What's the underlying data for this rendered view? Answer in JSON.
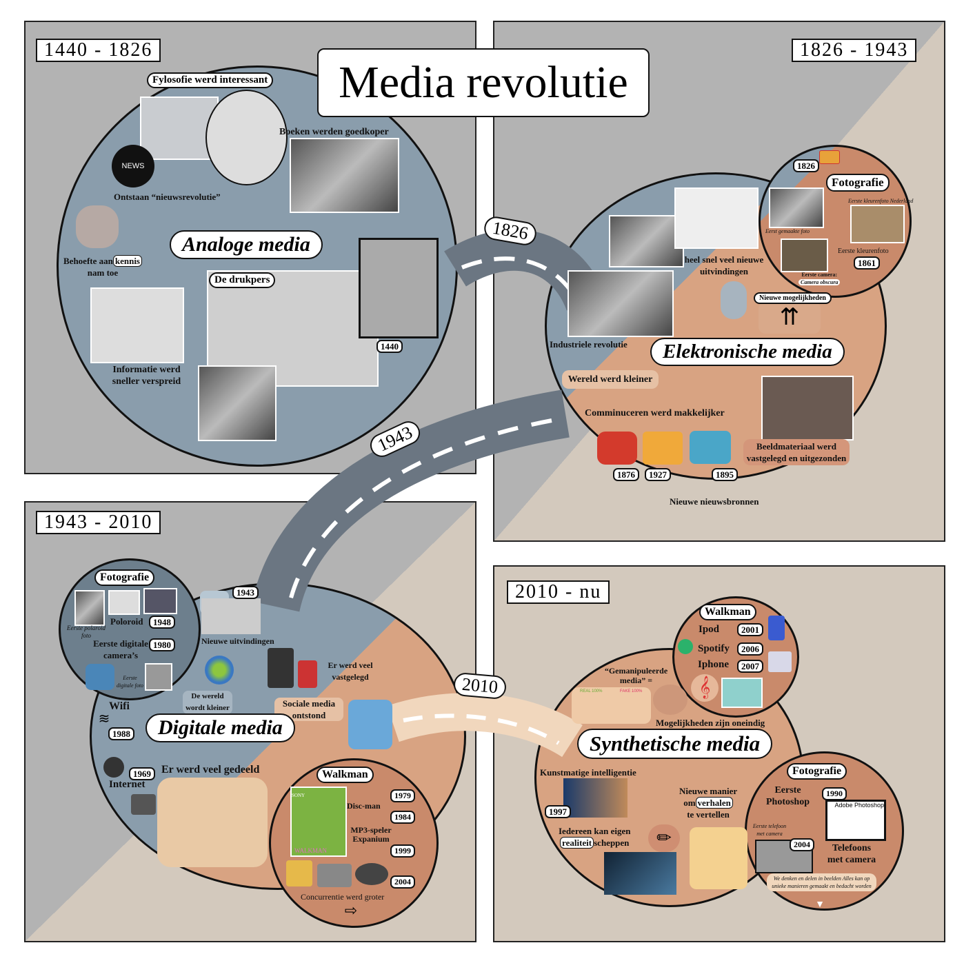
{
  "title": "Media revolutie",
  "colors": {
    "gray": "#b3b3b3",
    "beige": "#d3c9bd",
    "blue": "#8a9dac",
    "peach": "#d8a382",
    "terracotta": "#c98a6b",
    "road": "#6b7682",
    "road_light": "#f1d7bd"
  },
  "roads": {
    "r1": "1826",
    "r2": "1943",
    "r3": "2010"
  },
  "q1": {
    "period": "1440 - 1826",
    "main": "Analoge media",
    "filosofie": "Fylosofie werd interessant",
    "boeken": "Boeken werden goedkoper",
    "news_icon": "NEWS",
    "nieuws": "Ontstaan “nieuwsrevolutie”",
    "behoefte": "Behoefte aan",
    "kennis": "kennis",
    "nam_toe": "nam toe",
    "drukpers": "De drukpers",
    "year": "1440",
    "informatie": "Informatie werd sneller verspreid"
  },
  "q2": {
    "period": "1826 - 1943",
    "main": "Elektronische media",
    "foto": "Fotografie",
    "y1826": "1826",
    "eerste_foto": "Eerst gemaakte foto",
    "kleur_nl": "Eerste kleurenfoto Nederland",
    "camera": "Eerste camera:",
    "obscura": "Camera obscura",
    "kleurenfoto": "Eerste kleurenfoto",
    "y1861": "1861",
    "uitvindingen": "heel snel veel nieuwe uitvindingen",
    "mogelijk": "Nieuwe mogelijkheden",
    "industrie": "Industriele revolutie",
    "kleiner": "Wereld werd kleiner",
    "communiceren": "Comminuceren werd makkelijker",
    "beeld": "Beeldmateriaal werd vastgelegd en uitgezonden",
    "y1876": "1876",
    "y1927": "1927",
    "y1895": "1895",
    "bronnen": "Nieuwe nieuwsbronnen"
  },
  "q3": {
    "period": "1943 - 2010",
    "main": "Digitale media",
    "foto": "Fotografie",
    "polaroid_foto": "Eerste polaroid foto",
    "poloroid": "Poloroid",
    "y1948": "1948",
    "digitale": "Eerste digitale camera’s",
    "y1980": "1980",
    "digitale_foto": "Eerste digitale foto",
    "y1943": "1943",
    "uitvindingen": "Nieuwe uitvindingen",
    "wereld": "De wereld wordt kleiner",
    "vastgelegd": "Er werd veel vastgelegd",
    "sociale": "Sociale media ontstond",
    "wifi": "Wifi",
    "y1988": "1988",
    "y1969": "1969",
    "internet": "Internet",
    "gedeeld": "Er werd veel gedeeld",
    "walkman": "Walkman",
    "y1979": "1979",
    "discman": "Disc-man",
    "y1984": "1984",
    "mp3": "MP3-speler Expanium",
    "y1999": "1999",
    "y2004": "2004",
    "concurrentie": "Concurrentie werd groter",
    "sony": "SONY",
    "walkman_logo": "WALKMAN"
  },
  "q4": {
    "period": "2010 - nu",
    "main": "Synthetische media",
    "walkman": "Walkman",
    "ipod": "Ipod",
    "y2001": "2001",
    "spotify": "Spotify",
    "y2006": "2006",
    "iphone": "Iphone",
    "y2007": "2007",
    "gemanipuleerd": "“Gemanipuleerde media” =",
    "real": "REAL 100%",
    "fake": "FAKE 100%",
    "oneindig": "Mogelijkheden zijn oneindig",
    "ki": "Kunstmatige intelligentie",
    "y1997": "1997",
    "iedereen": "Iedereen kan eigen",
    "realiteit": "realiteit",
    "scheppen": "scheppen",
    "manier": "Nieuwe manier",
    "om": "om",
    "verhalen": "verhalen",
    "vertellen": "te vertellen",
    "foto": "Fotografie",
    "photoshop": "Eerste Photoshop",
    "y1990": "1990",
    "adobe": "Adobe Photoshop",
    "tel_camera": "Eerste telefoon met camera",
    "y2004": "2004",
    "telefoons": "Telefoons met camera",
    "denken": "We denken en delen in beelden Alles kan op unieke manieren gemaakt en bedacht worden"
  }
}
